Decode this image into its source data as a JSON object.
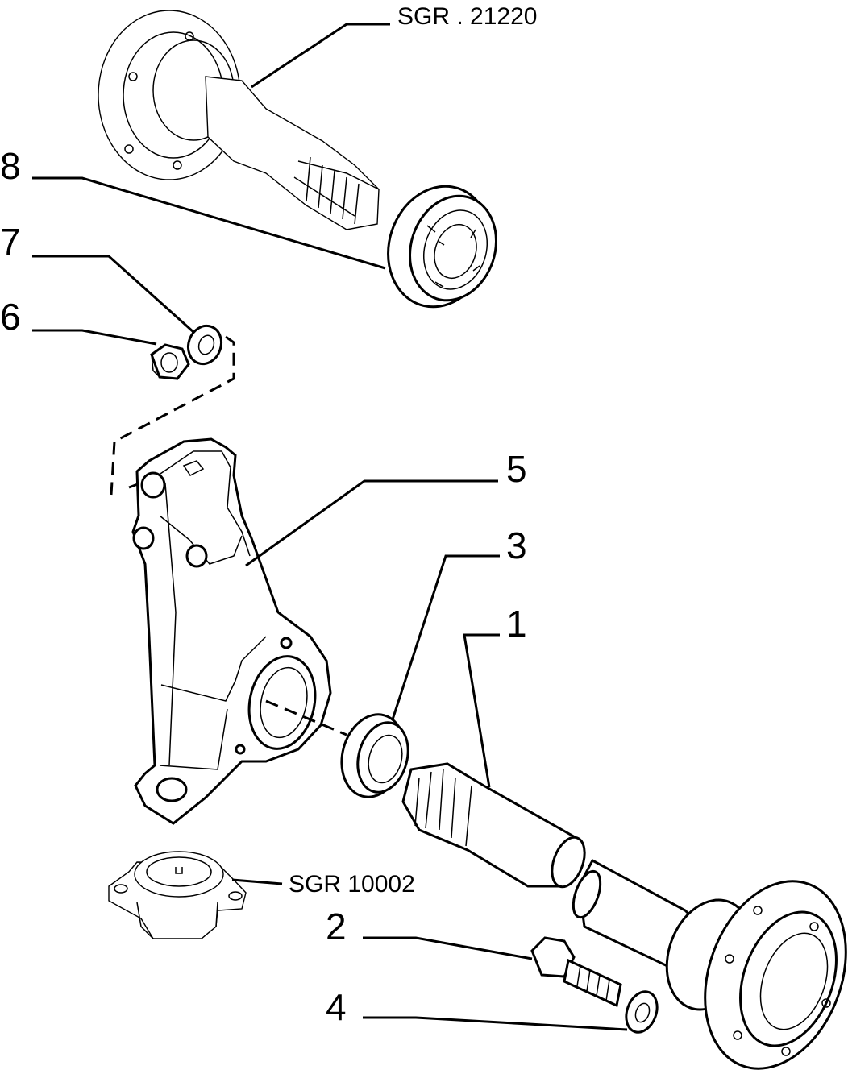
{
  "callouts": [
    {
      "id": "1",
      "label": "1"
    },
    {
      "id": "2",
      "label": "2"
    },
    {
      "id": "3",
      "label": "3"
    },
    {
      "id": "4",
      "label": "4"
    },
    {
      "id": "5",
      "label": "5"
    },
    {
      "id": "6",
      "label": "6"
    },
    {
      "id": "7",
      "label": "7"
    },
    {
      "id": "8",
      "label": "8"
    }
  ],
  "references": {
    "top": "SGR . 21220",
    "bottom": "SGR 10002"
  }
}
